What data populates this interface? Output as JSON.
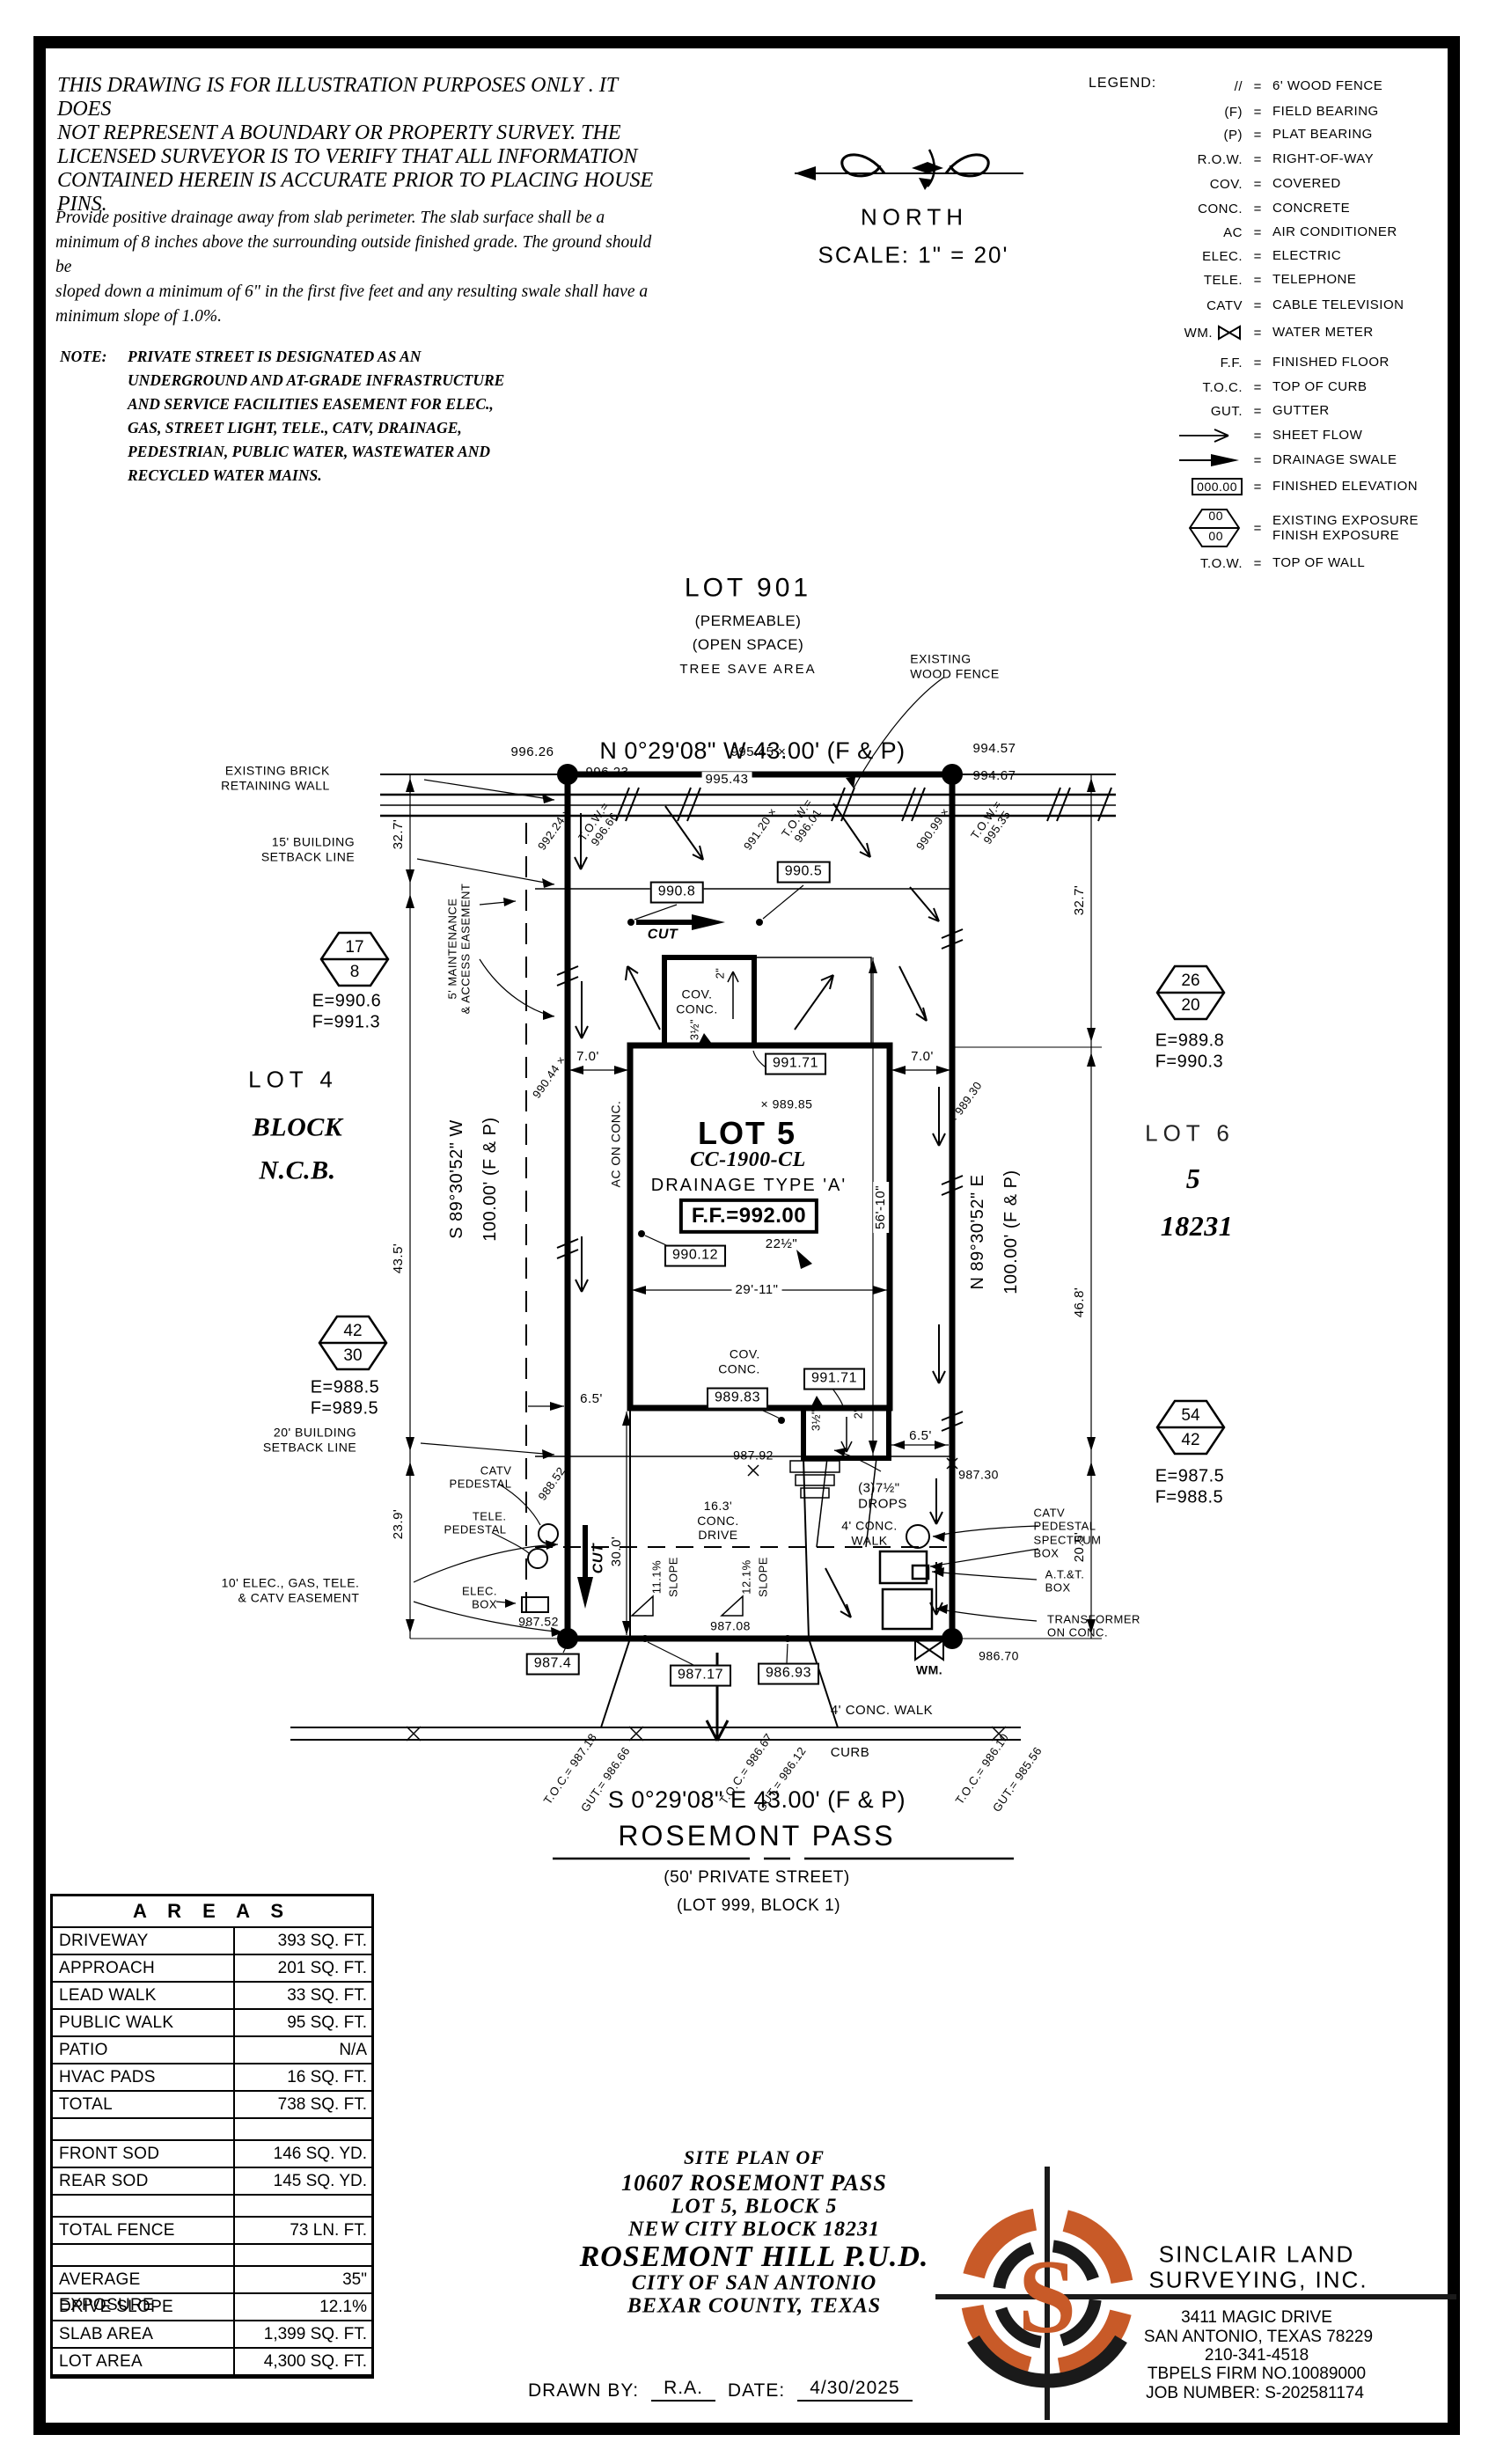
{
  "disclaimer": {
    "lines": [
      "THIS DRAWING IS FOR ILLUSTRATION PURPOSES ONLY . IT DOES",
      "NOT REPRESENT A BOUNDARY OR PROPERTY SURVEY. THE",
      "LICENSED SURVEYOR IS TO VERIFY THAT ALL INFORMATION",
      "CONTAINED HEREIN IS ACCURATE PRIOR TO PLACING HOUSE PINS."
    ]
  },
  "grading": {
    "lines": [
      "Provide positive drainage away from slab perimeter. The slab surface shall be a",
      "minimum of 8 inches above the surrounding outside finished grade. The ground should be",
      "sloped down a minimum of 6\" in the first five feet and any resulting swale shall have a",
      "minimum slope of 1.0%."
    ]
  },
  "note": {
    "label": "NOTE:",
    "lines": [
      "PRIVATE STREET IS DESIGNATED AS AN",
      "UNDERGROUND AND AT-GRADE INFRASTRUCTURE",
      "AND SERVICE FACILITIES EASEMENT FOR ELEC.,",
      "GAS, STREET LIGHT, TELE., CATV, DRAINAGE,",
      "PEDESTRIAN, PUBLIC WATER, WASTEWATER AND",
      "RECYCLED WATER MAINS."
    ]
  },
  "north": {
    "label": "NORTH",
    "scale": "SCALE: 1\" = 20'"
  },
  "legend": {
    "title": "LEGEND:",
    "eq": "=",
    "exposure_top": "00",
    "exposure_bottom": "00",
    "wm_abbr": "WM.",
    "items": [
      {
        "sym": "//",
        "desc": "6' WOOD FENCE"
      },
      {
        "sym": "(F)",
        "desc": "FIELD BEARING"
      },
      {
        "sym": "(P)",
        "desc": "PLAT BEARING"
      },
      {
        "sym": "R.O.W.",
        "desc": "RIGHT-OF-WAY"
      },
      {
        "sym": "COV.",
        "desc": "COVERED"
      },
      {
        "sym": "CONC.",
        "desc": "CONCRETE"
      },
      {
        "sym": "AC",
        "desc": "AIR CONDITIONER"
      },
      {
        "sym": "ELEC.",
        "desc": "ELECTRIC"
      },
      {
        "sym": "TELE.",
        "desc": "TELEPHONE"
      },
      {
        "sym": "CATV",
        "desc": "CABLE TELEVISION"
      },
      {
        "sym": "WM.",
        "desc": "WATER METER"
      },
      {
        "sym": "F.F.",
        "desc": "FINISHED FLOOR"
      },
      {
        "sym": "T.O.C.",
        "desc": "TOP OF CURB"
      },
      {
        "sym": "GUT.",
        "desc": "GUTTER"
      },
      {
        "sym": "",
        "desc": "SHEET FLOW"
      },
      {
        "sym": "",
        "desc": "DRAINAGE SWALE"
      },
      {
        "sym": "000.00",
        "desc": "FINISHED ELEVATION"
      },
      {
        "sym": "",
        "desc": "EXISTING EXPOSURE\nFINISH EXPOSURE"
      },
      {
        "sym": "T.O.W.",
        "desc": "TOP OF WALL"
      }
    ]
  },
  "plan": {
    "lot901": "LOT 901",
    "permeable": "(PERMEABLE)",
    "open_space": "(OPEN SPACE)",
    "tree_save": "TREE SAVE AREA",
    "wood_fence": "EXISTING\nWOOD FENCE",
    "bearing_top": "N 0°29'08\" W 43.00' (F & P)",
    "bearing_bottom": "S 0°29'08\" E 43.00' (F & P)",
    "bearing_left1": "S 89°30'52\" W",
    "bearing_left2": "100.00' (F & P)",
    "bearing_right1": "N 89°30'52\" E",
    "bearing_right2": "100.00' (F & P)",
    "street_name": "ROSEMONT PASS",
    "street_note1": "(50' PRIVATE STREET)",
    "street_note2": "(LOT 999, BLOCK 1)",
    "brick_wall": "EXISTING BRICK\nRETAINING WALL",
    "setback15": "15' BUILDING\nSETBACK LINE",
    "setback20": "20' BUILDING\nSETBACK LINE",
    "easement5": "5' MAINTENANCE\n& ACCESS EASEMENT",
    "easement10": "10' ELEC., GAS, TELE.\n& CATV EASEMENT",
    "e99626": "996.26",
    "e99545": "995.45 ×",
    "e99457": "994.57",
    "e99623": "996.23",
    "e99543": "995.43",
    "e99467": "994.67",
    "x99224": "992.24 ×",
    "tow1": "T.O.W.=\n996.66",
    "x99120": "991.20 ×",
    "tow2": "T.O.W.=\n996.01",
    "x99099": "990.99 ×",
    "tow3": "T.O.W.=\n995.35",
    "x99044": "990.44 ×",
    "x98852": "988.52",
    "x98930": "× 989.30",
    "x98985": "× 989.85",
    "d32_7": "32.7'",
    "d43_5": "43.5'",
    "d23_9": "23.9'",
    "d46_8": "46.8'",
    "d20_5": "20.5'",
    "d7_0": "7.0'",
    "d6_5": "6.5'",
    "d30_0": "30.0'",
    "d29_11": "29'-11\"",
    "d56_10": "56'-10\"",
    "d22_5": "22½\"",
    "d2": "2\"",
    "d3_5": "3½\"",
    "hex17_top": "17",
    "hex17_bot": "8",
    "ef17": "E=990.6\nF=991.3",
    "hex42_top": "42",
    "hex42_bot": "30",
    "ef42": "E=988.5\nF=989.5",
    "hex26_top": "26",
    "hex26_bot": "20",
    "ef26": "E=989.8\nF=990.3",
    "hex54_top": "54",
    "hex54_bot": "42",
    "ef54": "E=987.5\nF=988.5",
    "lot4": "LOT 4",
    "block": "BLOCK",
    "ncb": "N.C.B.",
    "lot5": "LOT 5",
    "cc": "CC-1900-CL",
    "drainage_type": "DRAINAGE TYPE 'A'",
    "ff": "F.F.=992.00",
    "lot6": "LOT 6",
    "five": "5",
    "n18231": "18231",
    "b9908": "990.8",
    "b9905": "990.5",
    "b99171": "991.71",
    "b99012": "990.12",
    "b98983": "989.83",
    "b9874": "987.4",
    "b98717": "987.17",
    "b98693": "986.93",
    "e98792": "987.92\n×",
    "e98708": "987.08",
    "e98752": "987.52",
    "e98730": "987.30",
    "e98670": "986.70",
    "cut": "CUT",
    "cov_conc": "COV.\nCONC.",
    "ac_conc": "AC ON CONC.",
    "drops": "(3)7½\"\nDROPS",
    "walk4": "4' CONC.\nWALK",
    "walk4b": "4' CONC. WALK",
    "curb": "CURB",
    "drive163": "16.3'\nCONC.\nDRIVE",
    "slope11": "11.1%",
    "slope12": "12.1%",
    "slope_word": "SLOPE",
    "wm": "WM.",
    "catv_ped": "CATV\nPEDESTAL",
    "tele_ped": "TELE.\nPEDESTAL",
    "elec_box": "ELEC.\nBOX",
    "spectrum": "CATV\nPEDESTAL\nSPECTRUM\nBOX",
    "att": "A.T.&T.\nBOX",
    "transformer": "TRANSFORMER\nON CONC.",
    "toc1": "T.O.C.= 987.18",
    "gut1": "GUT.= 986.66",
    "toc2": "T.O.C.= 986.67",
    "gut2": "GUT.= 986.12",
    "toc3": "T.O.C.= 986.10",
    "gut3": "GUT.= 985.56"
  },
  "areas": {
    "title": "A R E A S",
    "rows": [
      {
        "label": "DRIVEWAY",
        "value": "393 SQ. FT."
      },
      {
        "label": "APPROACH",
        "value": "201 SQ. FT."
      },
      {
        "label": "LEAD WALK",
        "value": "33 SQ. FT."
      },
      {
        "label": "PUBLIC WALK",
        "value": "95 SQ. FT."
      },
      {
        "label": "PATIO",
        "value": "N/A"
      },
      {
        "label": "HVAC PADS",
        "value": "16 SQ. FT."
      },
      {
        "label": "TOTAL",
        "value": "738 SQ. FT."
      },
      {
        "label": "",
        "value": ""
      },
      {
        "label": "FRONT SOD",
        "value": "146 SQ. YD."
      },
      {
        "label": "REAR SOD",
        "value": "145 SQ. YD."
      },
      {
        "label": "",
        "value": ""
      },
      {
        "label": "TOTAL FENCE",
        "value": "73 LN. FT."
      },
      {
        "label": "",
        "value": ""
      },
      {
        "label": "AVERAGE EXPOSURE",
        "value": "35\""
      },
      {
        "label": "DRIVE SLOPE",
        "value": "12.1%"
      },
      {
        "label": "SLAB AREA",
        "value": "1,399 SQ. FT."
      },
      {
        "label": "LOT AREA",
        "value": "4,300 SQ. FT."
      }
    ]
  },
  "title_block": {
    "line1": "SITE PLAN OF",
    "line2": "10607 ROSEMONT PASS",
    "line3": "LOT 5, BLOCK 5",
    "line4": "NEW CITY BLOCK 18231",
    "line5": "ROSEMONT HILL P.U.D.",
    "line6": "CITY OF SAN ANTONIO",
    "line7": "BEXAR COUNTY, TEXAS",
    "drawn_by_label": "DRAWN BY:",
    "drawn_by": "R.A.",
    "date_label": "DATE:",
    "date": "4/30/2025"
  },
  "firm": {
    "logo_letter": "S",
    "name1": "SINCLAIR LAND",
    "name2": "SURVEYING, INC.",
    "address1": "3411 MAGIC DRIVE",
    "address2": "SAN ANTONIO, TEXAS 78229",
    "phone": "210-341-4518",
    "tbpels": "TBPELS FIRM NO.10089000",
    "job": "JOB NUMBER: S-202581174",
    "accent_color": "#C85A28"
  }
}
